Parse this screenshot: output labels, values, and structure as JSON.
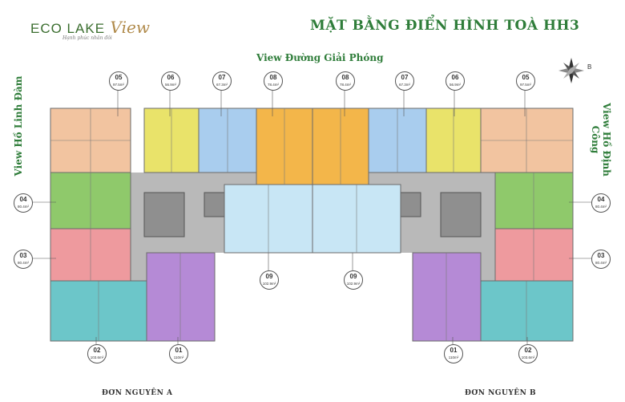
{
  "brand": {
    "name_main": "ECO LAKE",
    "name_script": "View",
    "tagline": "Hạnh phúc nhân đôi"
  },
  "title": "MẶT BẰNG ĐIỂN HÌNH TOÀ HH3",
  "views": {
    "top": "View Đường Giải Phóng",
    "left": "View Hồ Linh Đàm",
    "right": "View Hồ Định Công"
  },
  "compass_label": "B",
  "footer": {
    "left": "ĐƠN NGUYÊN A",
    "right": "ĐƠN NGUYÊN B"
  },
  "units": [
    {
      "num": "05",
      "area": "97.5m²"
    },
    {
      "num": "06",
      "area": "56.9m²"
    },
    {
      "num": "07",
      "area": "67.3m²"
    },
    {
      "num": "08",
      "area": "78.4m²"
    },
    {
      "num": "08",
      "area": "78.4m²"
    },
    {
      "num": "07",
      "area": "67.3m²"
    },
    {
      "num": "06",
      "area": "56.9m²"
    },
    {
      "num": "05",
      "area": "97.5m²"
    },
    {
      "num": "04",
      "area": "80.4m²"
    },
    {
      "num": "04",
      "area": "80.4m²"
    },
    {
      "num": "03",
      "area": "80.4m²"
    },
    {
      "num": "03",
      "area": "80.4m²"
    },
    {
      "num": "09",
      "area": "102.9m²"
    },
    {
      "num": "09",
      "area": "102.9m²"
    },
    {
      "num": "02",
      "area": "103.6m²"
    },
    {
      "num": "01",
      "area": "110m²"
    },
    {
      "num": "01",
      "area": "110m²"
    },
    {
      "num": "02",
      "area": "103.6m²"
    }
  ],
  "colors": {
    "unit_05": "#f2c4a0",
    "unit_06": "#e9e36a",
    "unit_07": "#a9cdee",
    "unit_08": "#f3b64a",
    "unit_04": "#8fc96b",
    "unit_03": "#ee9a9e",
    "unit_02": "#6cc6c9",
    "unit_01": "#b58ad6",
    "unit_09": "#c8e6f5",
    "core": "#b9b9b9",
    "title_green": "#2f7d3a"
  }
}
